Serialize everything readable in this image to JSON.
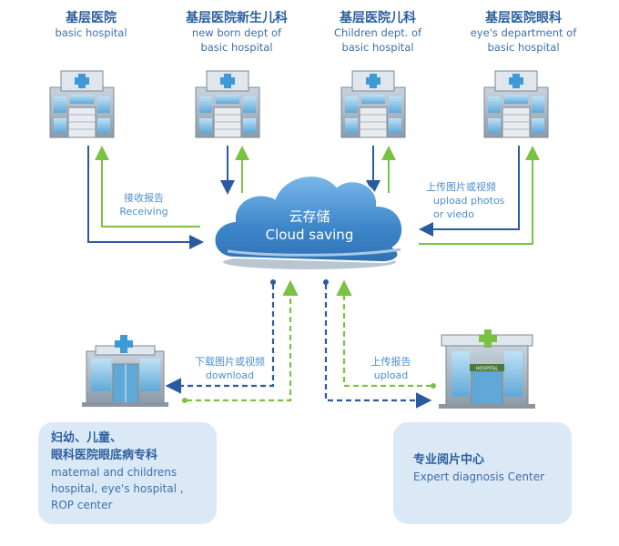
{
  "hospitals": [
    {
      "title": "基层医院",
      "sub": [
        "basic hospital"
      ]
    },
    {
      "title": "基层医院新生儿科",
      "sub": [
        "new born dept of",
        "basic hospital"
      ]
    },
    {
      "title": "基层医院儿科",
      "sub": [
        "Children dept. of",
        "basic hospital"
      ]
    },
    {
      "title": "基层医院眼科",
      "sub": [
        "eye's department of",
        "basic hospital"
      ]
    }
  ],
  "cloud": {
    "title_zh": "云存储",
    "title_en": "Cloud saving"
  },
  "flows": {
    "receiving_zh": "接收报告",
    "receiving_en": "Receiving",
    "upload_photos_zh": "上传图片或视频",
    "upload_photos_en1": "upload photos",
    "upload_photos_en2": "or viedo",
    "download_zh": "下载图片或视频",
    "download_en": "download",
    "upload_report_zh": "上传报告",
    "upload_report_en": "upload"
  },
  "centers": {
    "left": {
      "zh1": "妇幼、儿童、",
      "zh2": "眼科医院眼底病专科",
      "en1": "matemal and childrens",
      "en2": "hospital, eye's hospital ,",
      "en3": "ROP center"
    },
    "right": {
      "zh1": "专业阅片中心",
      "en1": "Expert diagnosis Center",
      "sign": "HOSPITAL"
    }
  },
  "colors": {
    "blue_arrow": "#2a5aa0",
    "green_arrow": "#7bc142",
    "cloud": "#4a90d0",
    "panel": "#dbe9f7"
  }
}
